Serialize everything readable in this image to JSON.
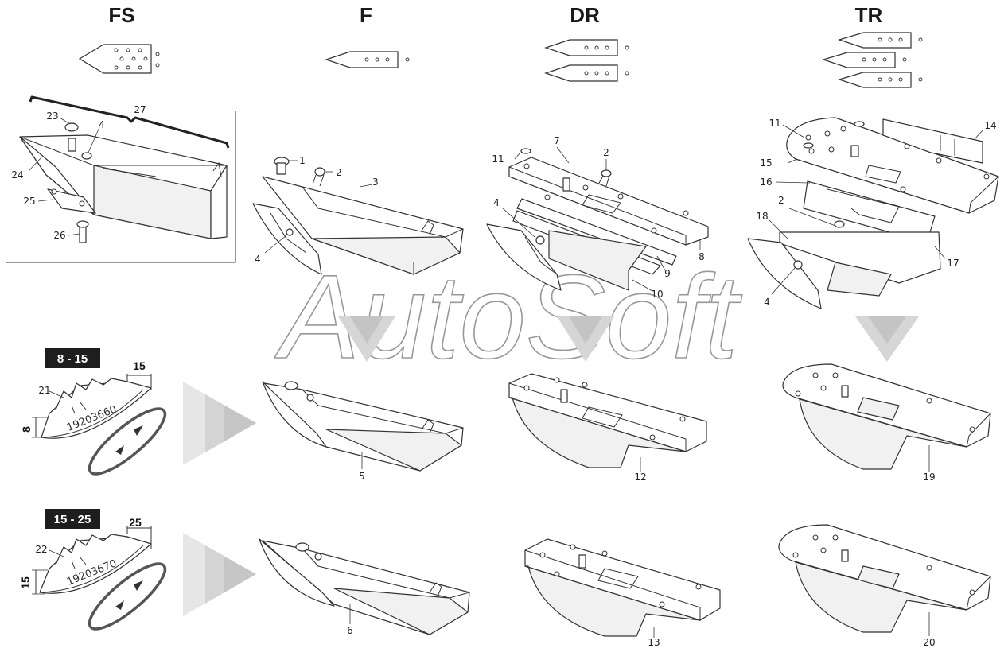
{
  "columns": [
    {
      "id": "fs",
      "label": "FS"
    },
    {
      "id": "f",
      "label": "F"
    },
    {
      "id": "dr",
      "label": "DR"
    },
    {
      "id": "tr",
      "label": "TR"
    }
  ],
  "callouts": {
    "c1": "1",
    "c2a": "2",
    "c2b": "2",
    "c2c": "2",
    "c3": "3",
    "c4a": "4",
    "c4b": "4",
    "c4c": "4",
    "c4d": "4",
    "c5": "5",
    "c6": "6",
    "c7": "7",
    "c8": "8",
    "c9": "9",
    "c10": "10",
    "c11a": "11",
    "c11b": "11",
    "c12": "12",
    "c13": "13",
    "c14": "14",
    "c15": "15",
    "c16": "16",
    "c17": "17",
    "c18": "18",
    "c19": "19",
    "c20": "20",
    "c21": "21",
    "c22": "22",
    "c23": "23",
    "c24": "24",
    "c25": "25",
    "c26": "26",
    "c27": "27"
  },
  "ranges": {
    "small": {
      "badge": "8 - 15",
      "width": "15",
      "height": "8",
      "serial": "19203660"
    },
    "large": {
      "badge": "15 - 25",
      "width": "25",
      "height": "15",
      "serial": "19203670"
    }
  },
  "watermark": "AutoSoft",
  "colors": {
    "badge": "#1e1e1e",
    "arrow": "#d6d6d6",
    "stroke": "#333333"
  }
}
